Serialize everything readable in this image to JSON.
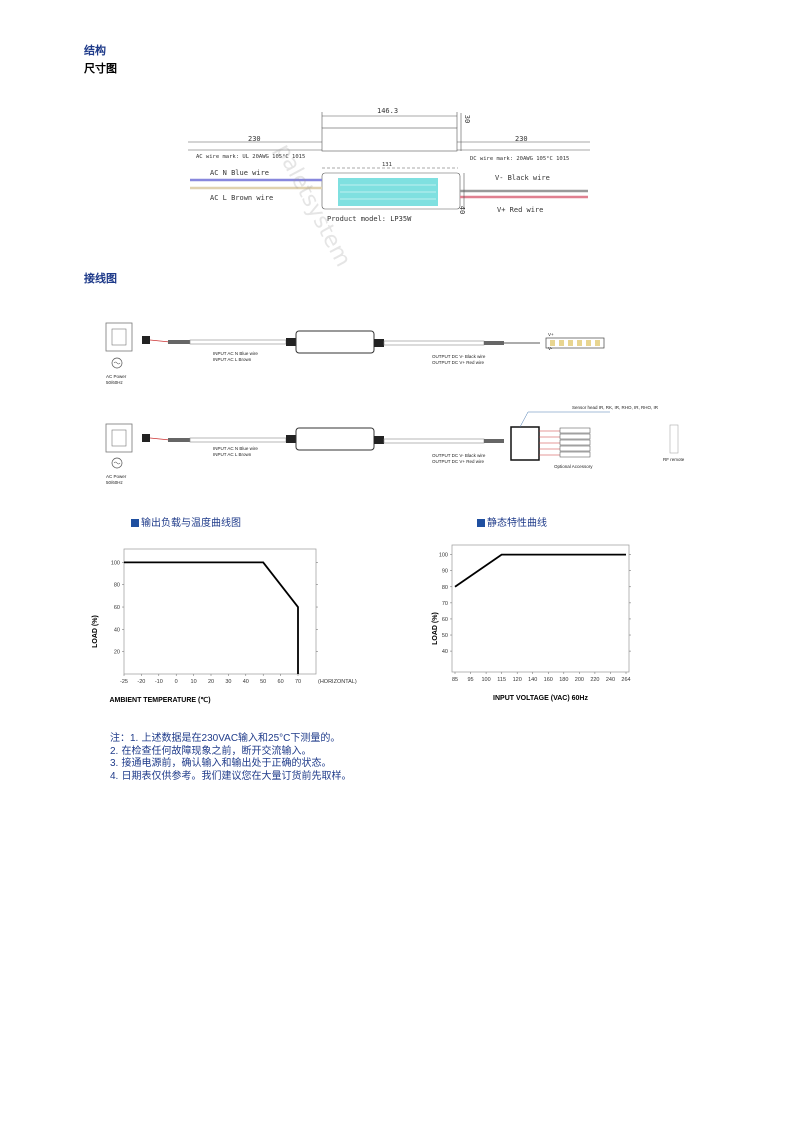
{
  "headings": {
    "structure": "结构",
    "dimension": "尺寸图",
    "wiring": "接线图"
  },
  "dimension_drawing": {
    "watermark": "paletsystem",
    "dim_length": "146.3",
    "dim_height": "30",
    "dim_ac_wire": "230",
    "dim_dc_wire": "230",
    "dim_inner": "131",
    "dim_width": "40",
    "ac_wire_mark": "AC wire mark: UL 20AWG 105°C 1015",
    "dc_wire_mark": "DC wire mark: 20AWG 105°C 1015",
    "ac_n": "AC N  Blue wire",
    "ac_l": "AC L  Brown wire",
    "v_minus": "V-  Black wire",
    "v_plus": "V+  Red wire",
    "product_model": "Product model: LP35W"
  },
  "wiring": {
    "ac_power": "AC Power",
    "freq": "50/60Hz",
    "input_n": "INPUT AC N Blue wire",
    "input_l": "INPUT AC L Brown",
    "output_neg": "OUTPUT DC V- Black wire",
    "output_pos": "OUTPUT DC V+ Red wire",
    "vplus": "V+",
    "vminus": "V-",
    "sensor_head": "Sensor head IR, RK, IR, RHO, IR, RHO, IR",
    "optional": "Optional Accessory",
    "rf_remote": "RF remote"
  },
  "chart_data": [
    {
      "type": "line",
      "title": "输出负载与温度曲线图",
      "xlabel": "AMBIENT TEMPERATURE (℃)",
      "ylabel": "LOAD (%)",
      "x_ticks": [
        "-25",
        "-20",
        "-10",
        "0",
        "10",
        "20",
        "30",
        "40",
        "50",
        "60",
        "70"
      ],
      "x_extra_label": "(HORIZONTAL)",
      "y_ticks": [
        "20",
        "40",
        "60",
        "80",
        "100"
      ],
      "ylim": [
        0,
        112
      ],
      "series": [
        {
          "name": "load",
          "x_index": [
            0,
            8,
            10,
            10
          ],
          "x": [
            -25,
            50,
            70,
            70
          ],
          "y": [
            100,
            100,
            60,
            0
          ]
        }
      ],
      "grid": false
    },
    {
      "type": "line",
      "title": "静态特性曲线",
      "xlabel": "INPUT VOLTAGE (VAC) 60Hz",
      "ylabel": "LOAD (%)",
      "x_ticks": [
        "85",
        "95",
        "100",
        "115",
        "120",
        "140",
        "160",
        "180",
        "200",
        "220",
        "240",
        "264"
      ],
      "y_ticks": [
        "40",
        "50",
        "60",
        "70",
        "80",
        "90",
        "100"
      ],
      "ylim": [
        27,
        106
      ],
      "series": [
        {
          "name": "load",
          "x_index": [
            0,
            3,
            11
          ],
          "x": [
            85,
            115,
            264
          ],
          "y": [
            80,
            100,
            100
          ]
        }
      ],
      "grid": false
    }
  ],
  "notes": {
    "prefix": "注：",
    "items": [
      {
        "num": "1.",
        "pre": " 上述数据是在",
        "a": "230VAC",
        "mid": "输入和",
        "b": "25°C",
        "post": "下测量的。"
      },
      {
        "num": "2.",
        "text": " 在检查任何故障现象之前，断开交流输入。"
      },
      {
        "num": "3.",
        "text": " 接通电源前，确认输入和输出处于正确的状态。"
      },
      {
        "num": "4.",
        "text": " 日期表仅供参考。我们建议您在大量订货前先取样。"
      }
    ]
  },
  "colors": {
    "heading_blue": "#1f3b8a",
    "blue_wire": "#6f6fd0",
    "brown_wire": "#c8b48c",
    "red_wire": "#d04050",
    "module_cyan": "#7fe0e0"
  }
}
